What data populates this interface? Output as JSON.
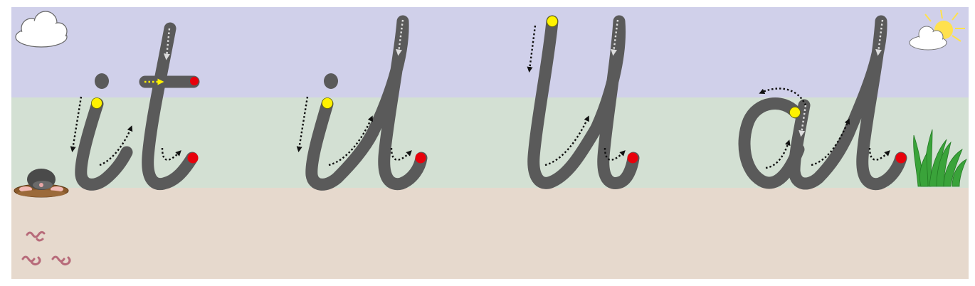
{
  "palette": {
    "sky": "#d0d0ea",
    "grass": "#d3e0d3",
    "ground": "#e6d9cd",
    "stroke": "#5a5a5a",
    "start_dot": "#fff200",
    "end_dot": "#e8000b",
    "guide_arrow": "#111111",
    "guide_arrow_on_stroke": "#dddddd"
  },
  "zones": [
    "sky",
    "grass",
    "ground"
  ],
  "letter_pairs": [
    {
      "id": "it",
      "letters": [
        "i",
        "t"
      ]
    },
    {
      "id": "il",
      "letters": [
        "i",
        "l"
      ]
    },
    {
      "id": "ll",
      "letters": [
        "l",
        "l"
      ]
    },
    {
      "id": "al",
      "letters": [
        "a",
        "l"
      ]
    }
  ],
  "decorations": [
    {
      "name": "cloud-icon"
    },
    {
      "name": "sun-cloud-icon"
    },
    {
      "name": "mole-icon"
    },
    {
      "name": "worm-icon",
      "count": 3
    },
    {
      "name": "grass-icon"
    }
  ]
}
